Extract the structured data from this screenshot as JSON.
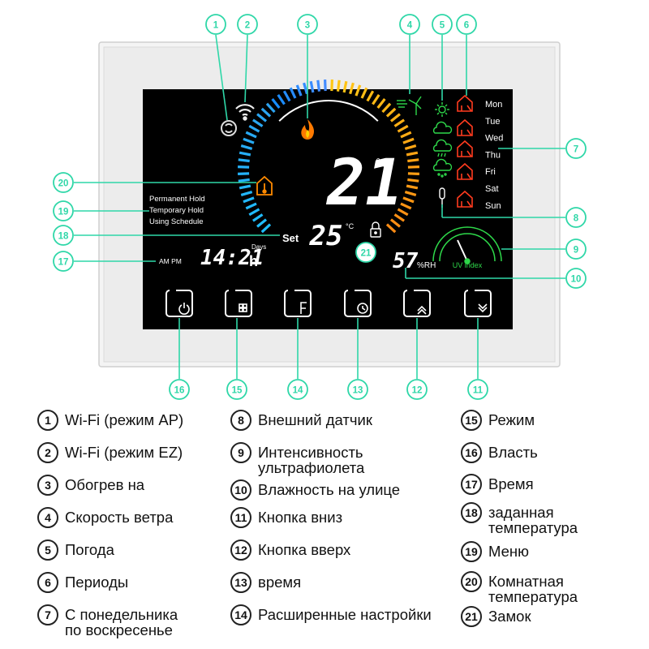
{
  "display": {
    "temp_room": "21",
    "temp_room_unit": "°C",
    "set_label": "Set",
    "temp_set": "25",
    "temp_set_unit": "°C",
    "time": "14:21",
    "time_unit": "h",
    "days_label": "Days",
    "ampm": "AM PM",
    "humidity": "57",
    "humidity_unit": "%RH",
    "uv_label": "UV index",
    "menu": [
      "Permanent Hold",
      "Temporary Hold",
      "Using Schedule"
    ],
    "days": [
      "Mon",
      "Tue",
      "Wed",
      "Thu",
      "Fri",
      "Sat",
      "Sun"
    ],
    "buttons": [
      {
        "id": 16,
        "icon": "power-icon"
      },
      {
        "id": 15,
        "icon": "grid-icon"
      },
      {
        "id": 14,
        "icon": "f-icon"
      },
      {
        "id": 13,
        "icon": "clock-icon"
      },
      {
        "id": 12,
        "icon": "chevron-up-icon"
      },
      {
        "id": 11,
        "icon": "chevron-down-icon"
      }
    ],
    "colors": {
      "frame": "#e9e9e9",
      "screen": "#000000",
      "callout": "#2fd7a8",
      "heat": "#ff8a00",
      "cool": "#29a8ff",
      "weather_green": "#2ed84a",
      "period_red": "#ff3b1f"
    }
  },
  "callouts": [
    "1",
    "2",
    "3",
    "4",
    "5",
    "6",
    "7",
    "8",
    "9",
    "10",
    "11",
    "12",
    "13",
    "14",
    "15",
    "16",
    "17",
    "18",
    "19",
    "20",
    "21"
  ],
  "legend": [
    {
      "num": "1",
      "text": "Wi-Fi (режим AP)"
    },
    {
      "num": "2",
      "text": "Wi-Fi (режим EZ)"
    },
    {
      "num": "3",
      "text": "Обогрев на"
    },
    {
      "num": "4",
      "text": "Скорость ветра"
    },
    {
      "num": "5",
      "text": "Погода"
    },
    {
      "num": "6",
      "text": "Периоды"
    },
    {
      "num": "7",
      "text": "С понедельника",
      "text2": "по воскресенье"
    },
    {
      "num": "8",
      "text": "Внешний датчик"
    },
    {
      "num": "9",
      "text": "Интенсивность",
      "text2": "ультрафиолета"
    },
    {
      "num": "10",
      "text": "Влажность на улице"
    },
    {
      "num": "11",
      "text": "Кнопка вниз"
    },
    {
      "num": "12",
      "text": "Кнопка вверх"
    },
    {
      "num": "13",
      "text": "время"
    },
    {
      "num": "14",
      "text": "Расширенные настройки"
    },
    {
      "num": "15",
      "text": "Режим"
    },
    {
      "num": "16",
      "text": "Власть"
    },
    {
      "num": "17",
      "text": "Время"
    },
    {
      "num": "18",
      "text": "заданная",
      "text2": "температура"
    },
    {
      "num": "19",
      "text": "Меню"
    },
    {
      "num": "20",
      "text": "Комнатная",
      "text2": "температура"
    },
    {
      "num": "21",
      "text": "Замок"
    }
  ]
}
